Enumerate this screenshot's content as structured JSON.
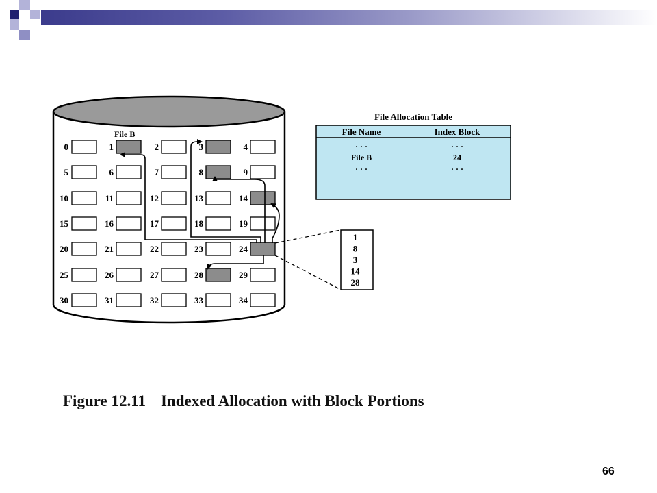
{
  "caption": {
    "figure_number": "Figure 12.11",
    "title": "Indexed Allocation with Block Portions"
  },
  "page_number": "66",
  "file_label": "File B",
  "disk": {
    "blocks": [
      "0",
      "1",
      "2",
      "3",
      "4",
      "5",
      "6",
      "7",
      "8",
      "9",
      "10",
      "11",
      "12",
      "13",
      "14",
      "15",
      "16",
      "17",
      "18",
      "19",
      "20",
      "21",
      "22",
      "23",
      "24",
      "25",
      "26",
      "27",
      "28",
      "29",
      "30",
      "31",
      "32",
      "33",
      "34"
    ],
    "used_blocks": [
      1,
      3,
      8,
      14,
      24,
      28
    ],
    "index_block": 24
  },
  "fat": {
    "title": "File Allocation Table",
    "headers": [
      "File Name",
      "Index Block"
    ],
    "rows": [
      [
        "· · ·",
        "· · ·"
      ],
      [
        "File B",
        "24"
      ],
      [
        "· · ·",
        "· · ·"
      ]
    ]
  },
  "index_entries": [
    "1",
    "8",
    "3",
    "14",
    "28"
  ],
  "colors": {
    "used_block": "#8c8c8c",
    "empty_block": "#ffffff",
    "disk_top": "#9a9a9a",
    "table_fill": "#bfe6f2",
    "header_dark": "#1f1f6f",
    "header_mid": "#5d5da6"
  }
}
